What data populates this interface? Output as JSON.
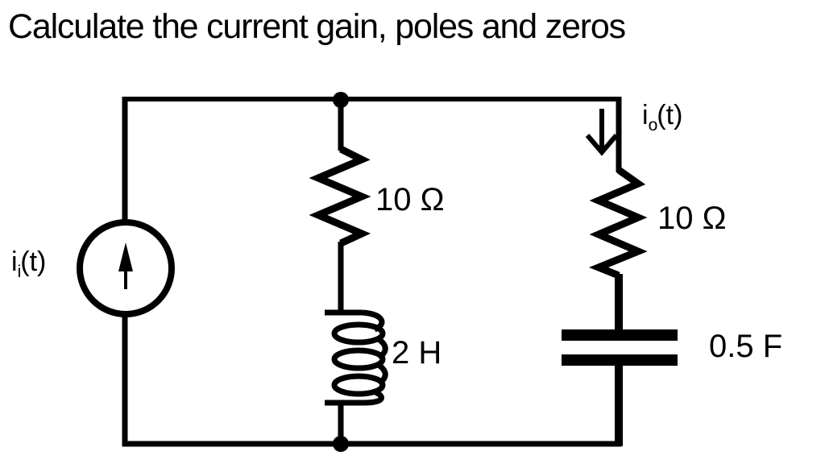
{
  "title": "Calculate the current gain, poles and zeros",
  "labels": {
    "input_current": {
      "base": "i",
      "sub": "i",
      "rest": "(t)"
    },
    "output_current": {
      "base": "i",
      "sub": "o",
      "rest": "(t)"
    },
    "resistor_mid": "10 Ω",
    "inductor": "2 H",
    "resistor_right": "10 Ω",
    "capacitor": "0.5 F"
  },
  "colors": {
    "ink": "#000000",
    "background": "#ffffff"
  }
}
